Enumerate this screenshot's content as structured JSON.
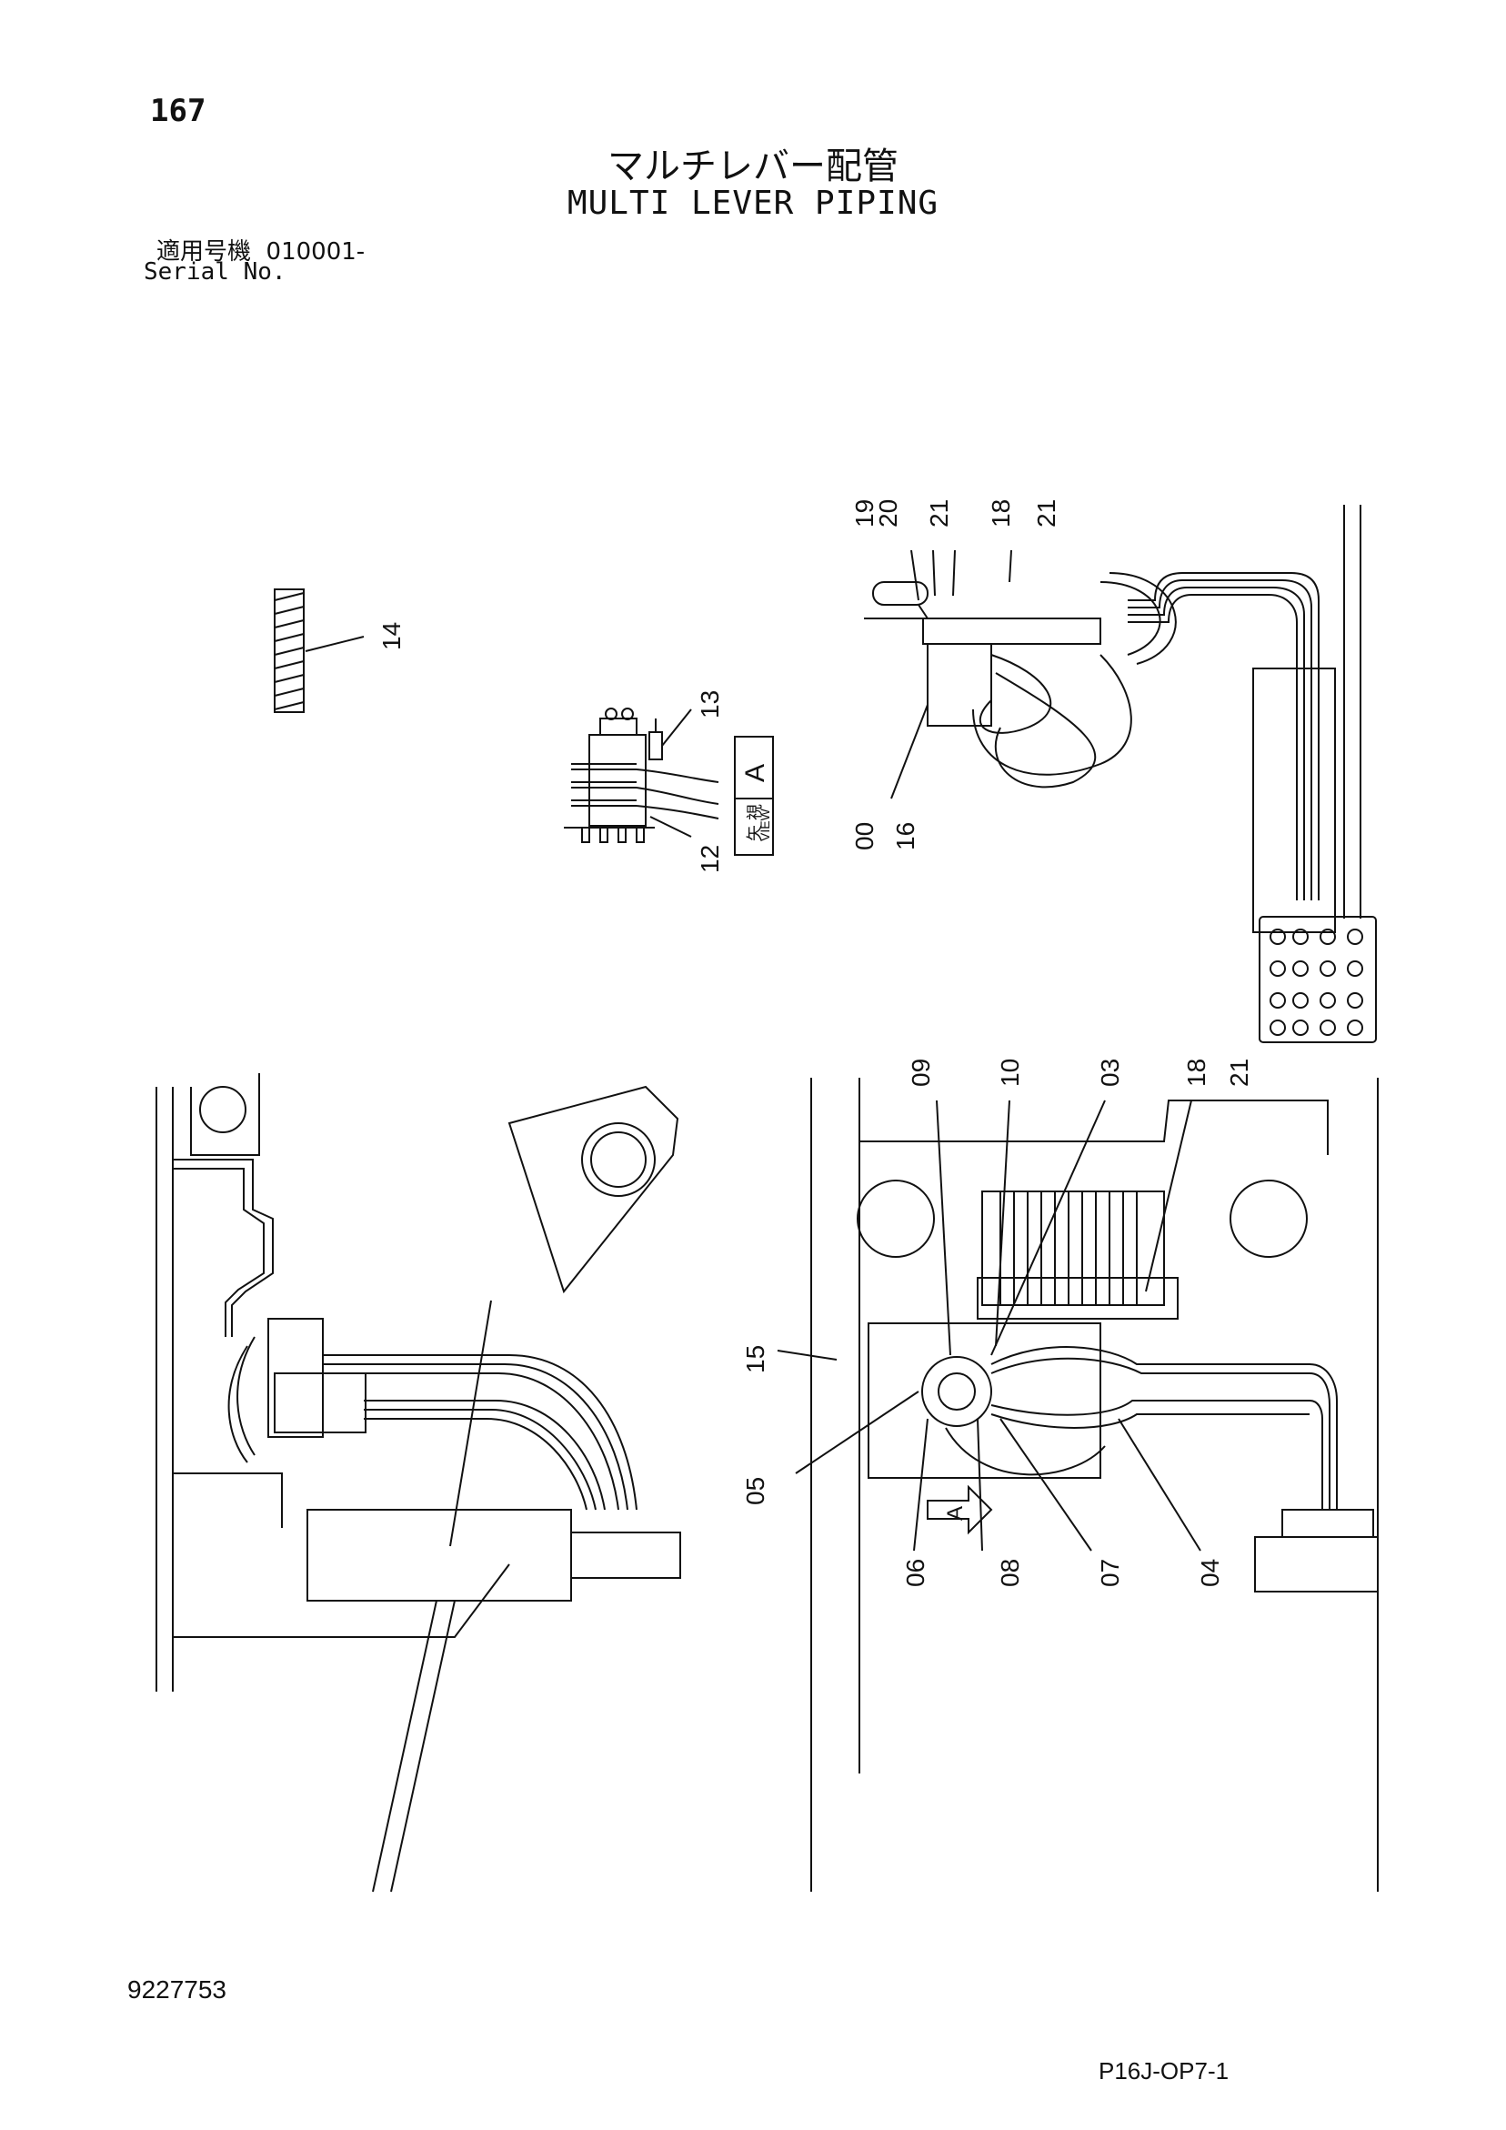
{
  "header": {
    "page_number": "167",
    "title_jp": "マルチレバー配管",
    "title_en": "MULTI LEVER PIPING",
    "serial_label_jp": "適用号機",
    "serial_value": "010001-",
    "serial_label_en": "Serial No."
  },
  "callouts": {
    "c14": "14",
    "c13": "13",
    "c12": "12",
    "view_kanji": "矢 視",
    "view_en": "VIEW",
    "view_letter": "A",
    "c19_top": "19",
    "c20_top": "20",
    "c21_top_a": "21",
    "c18_top": "18",
    "c21_top_b": "21",
    "c00": "00",
    "c16": "16",
    "c09": "09",
    "c10": "10",
    "c03": "03",
    "c18_low": "18",
    "c21_low": "21",
    "c15": "15",
    "c05": "05",
    "c06": "06",
    "c08": "08",
    "c07": "07",
    "c04": "04",
    "arrow_a": "A"
  },
  "footer": {
    "doc_number": "9227753",
    "sheet_code": "P16J-OP7-1"
  }
}
